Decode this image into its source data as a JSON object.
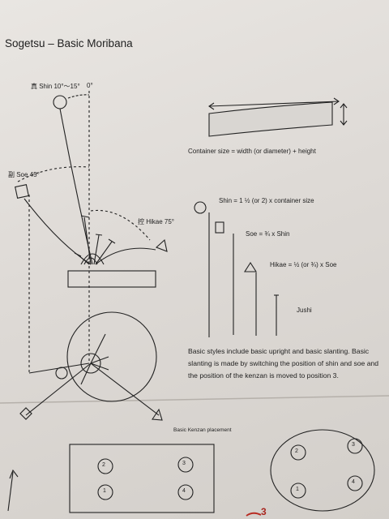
{
  "title": "Sogetsu – Basic Moribana",
  "diagram": {
    "shin_label": "真 Shin 10°～15°",
    "shin_angle": "0°",
    "soe_label": "副 Soe 45°",
    "hikae_label": "控 Hikae 75°"
  },
  "container_caption": "Container size = width (or diameter) + height",
  "proportions": {
    "shin": "Shin = 1 ½ (or 2) x container size",
    "soe": "Soe = ¾ x Shin",
    "hikae": "Hikae = ½ (or ¾) x Soe",
    "jushi": "Jushi"
  },
  "paragraph": "Basic styles include basic upright and basic slanting. Basic slanting is made by switching the position of shin and soe and the position of the kenzan is moved to position 3.",
  "kenzan": {
    "caption": "Basic Kenzan placement",
    "rect_positions": [
      "2",
      "3",
      "1",
      "4"
    ],
    "oval_positions": [
      "2",
      "3",
      "1",
      "4"
    ]
  },
  "handwritten_mark": "3"
}
